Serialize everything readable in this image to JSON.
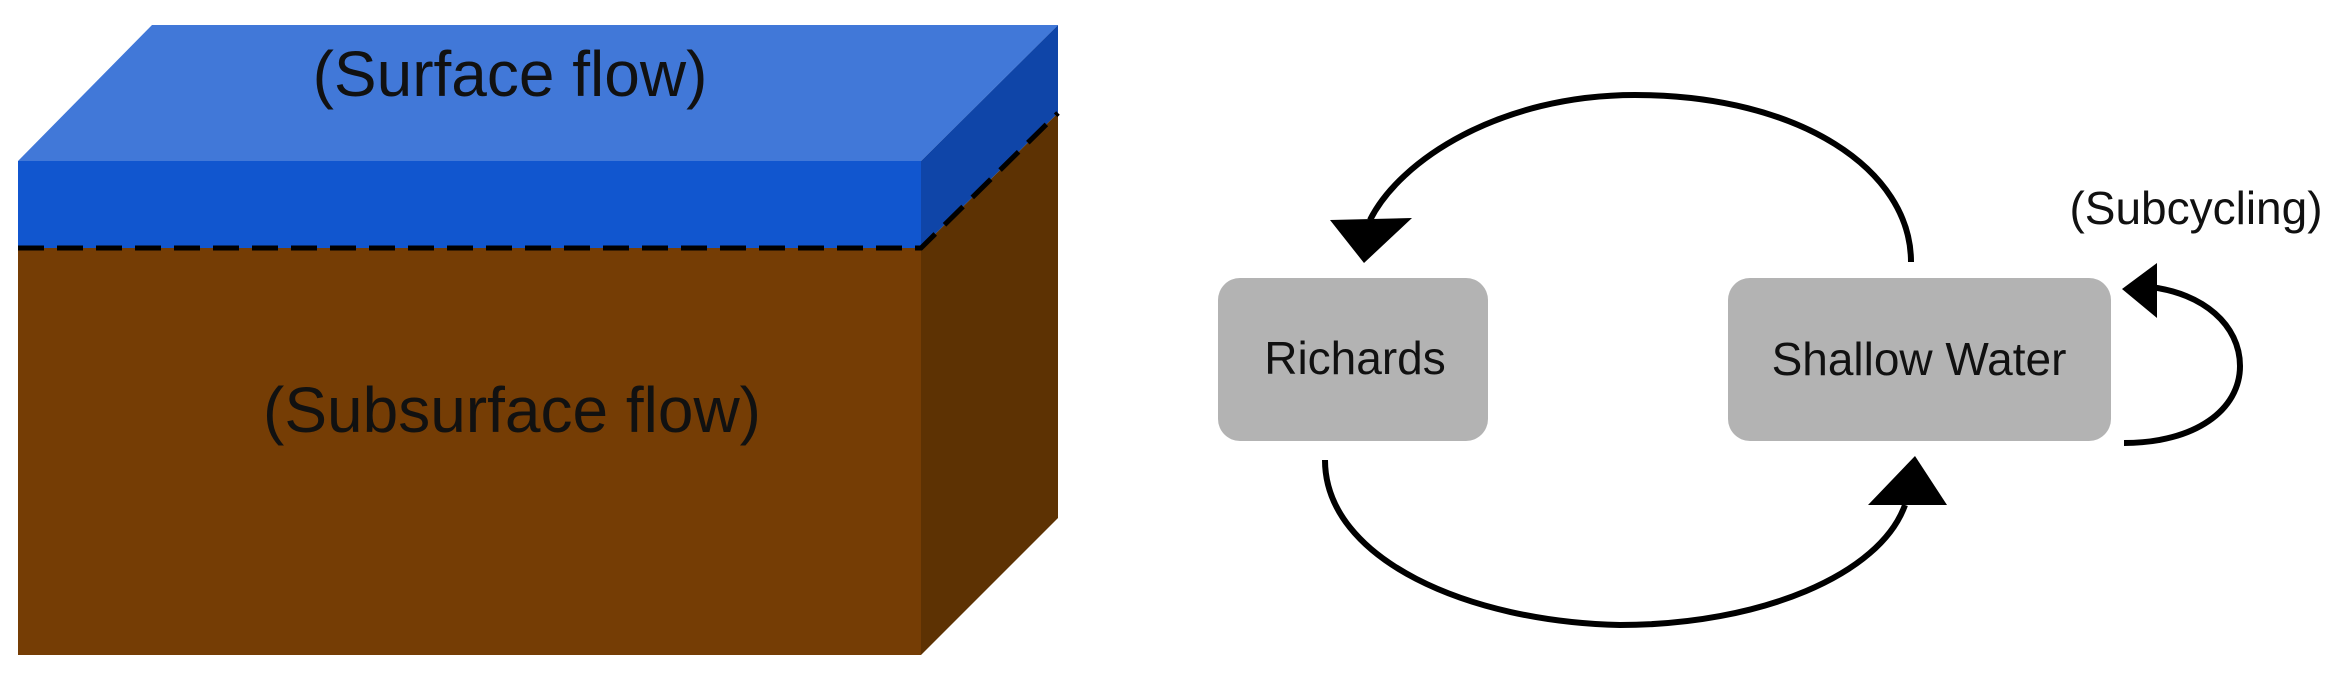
{
  "block": {
    "surface_label": "(Surface flow)",
    "subsurface_label": "(Subsurface flow)",
    "colors": {
      "surface_top": "#4178D8",
      "surface_front": "#1156CF",
      "surface_side": "#0F45A8",
      "soil_front": "#753D05",
      "soil_side": "#5D3203",
      "interface_line": "#000000"
    }
  },
  "coupling": {
    "richards_label": "Richards",
    "shallow_water_label": "Shallow Water",
    "subcycling_label": "(Subcycling)",
    "box_color": "#B3B3B3",
    "arrow_color": "#000000"
  }
}
